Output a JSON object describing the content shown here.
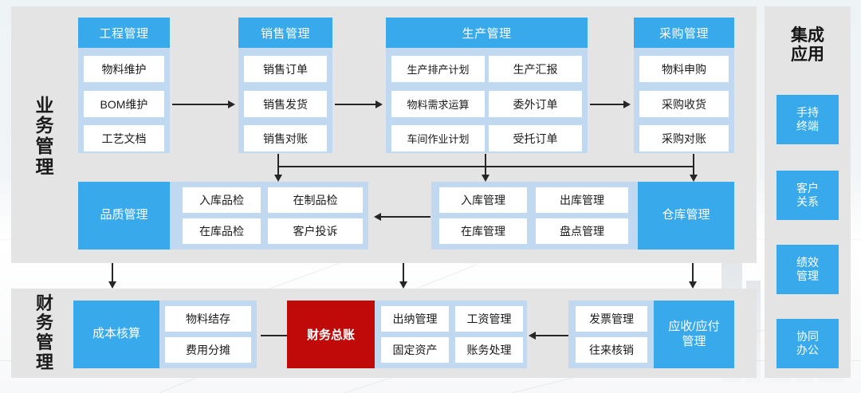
{
  "sections": {
    "business": {
      "label_chars": [
        "业",
        "务",
        "管",
        "理"
      ]
    },
    "finance": {
      "label_chars": [
        "财",
        "务",
        "管",
        "理"
      ]
    }
  },
  "integration": {
    "title_lines": [
      "集成",
      "应用"
    ],
    "apps": [
      {
        "lines": [
          "手持",
          "终端"
        ]
      },
      {
        "lines": [
          "客户",
          "关系"
        ]
      },
      {
        "lines": [
          "绩效",
          "管理"
        ]
      },
      {
        "lines": [
          "协同",
          "办公"
        ]
      }
    ]
  },
  "business_groups": [
    {
      "name": "engineering",
      "header": "工程管理",
      "cells": [
        "物料维护",
        "BOM维护",
        "工艺文档"
      ]
    },
    {
      "name": "sales",
      "header": "销售管理",
      "cells": [
        "销售订单",
        "销售发货",
        "销售对账"
      ]
    },
    {
      "name": "production",
      "header": "生产管理",
      "cells": [
        "生产排产计划",
        "生产汇报",
        "物料需求运算",
        "委外订单",
        "车间作业计划",
        "受托订单"
      ]
    },
    {
      "name": "purchasing",
      "header": "采购管理",
      "cells": [
        "物料申购",
        "采购收货",
        "采购对账"
      ]
    }
  ],
  "quality_group": {
    "name": "quality",
    "block": "品质管理",
    "cells": [
      "入库品检",
      "在制品检",
      "在库品检",
      "客户投诉"
    ]
  },
  "warehouse_group": {
    "name": "warehouse",
    "block": "仓库管理",
    "cells": [
      "入库管理",
      "出库管理",
      "在库管理",
      "盘点管理"
    ]
  },
  "finance_groups": {
    "cost": {
      "block": "成本核算",
      "cells": [
        "物料结存",
        "费用分摊"
      ]
    },
    "ledger": {
      "block": "财务总账"
    },
    "ledger_cells": [
      "出纳管理",
      "工资管理",
      "固定资产",
      "账务处理"
    ],
    "receivable": {
      "block": "应收/应付\n管理",
      "block_lines": [
        "应收/应付",
        "管理"
      ],
      "cells": [
        "发票管理",
        "往来核销"
      ]
    }
  },
  "colors": {
    "accent_blue": "#38aaeb",
    "frame_blue": "#c0d8f0",
    "red": "#c00a0a",
    "panel_gray": "#e4e4e4",
    "page_bg": "#f0f3f5",
    "cell_white": "#ffffff",
    "line": "#262626"
  }
}
